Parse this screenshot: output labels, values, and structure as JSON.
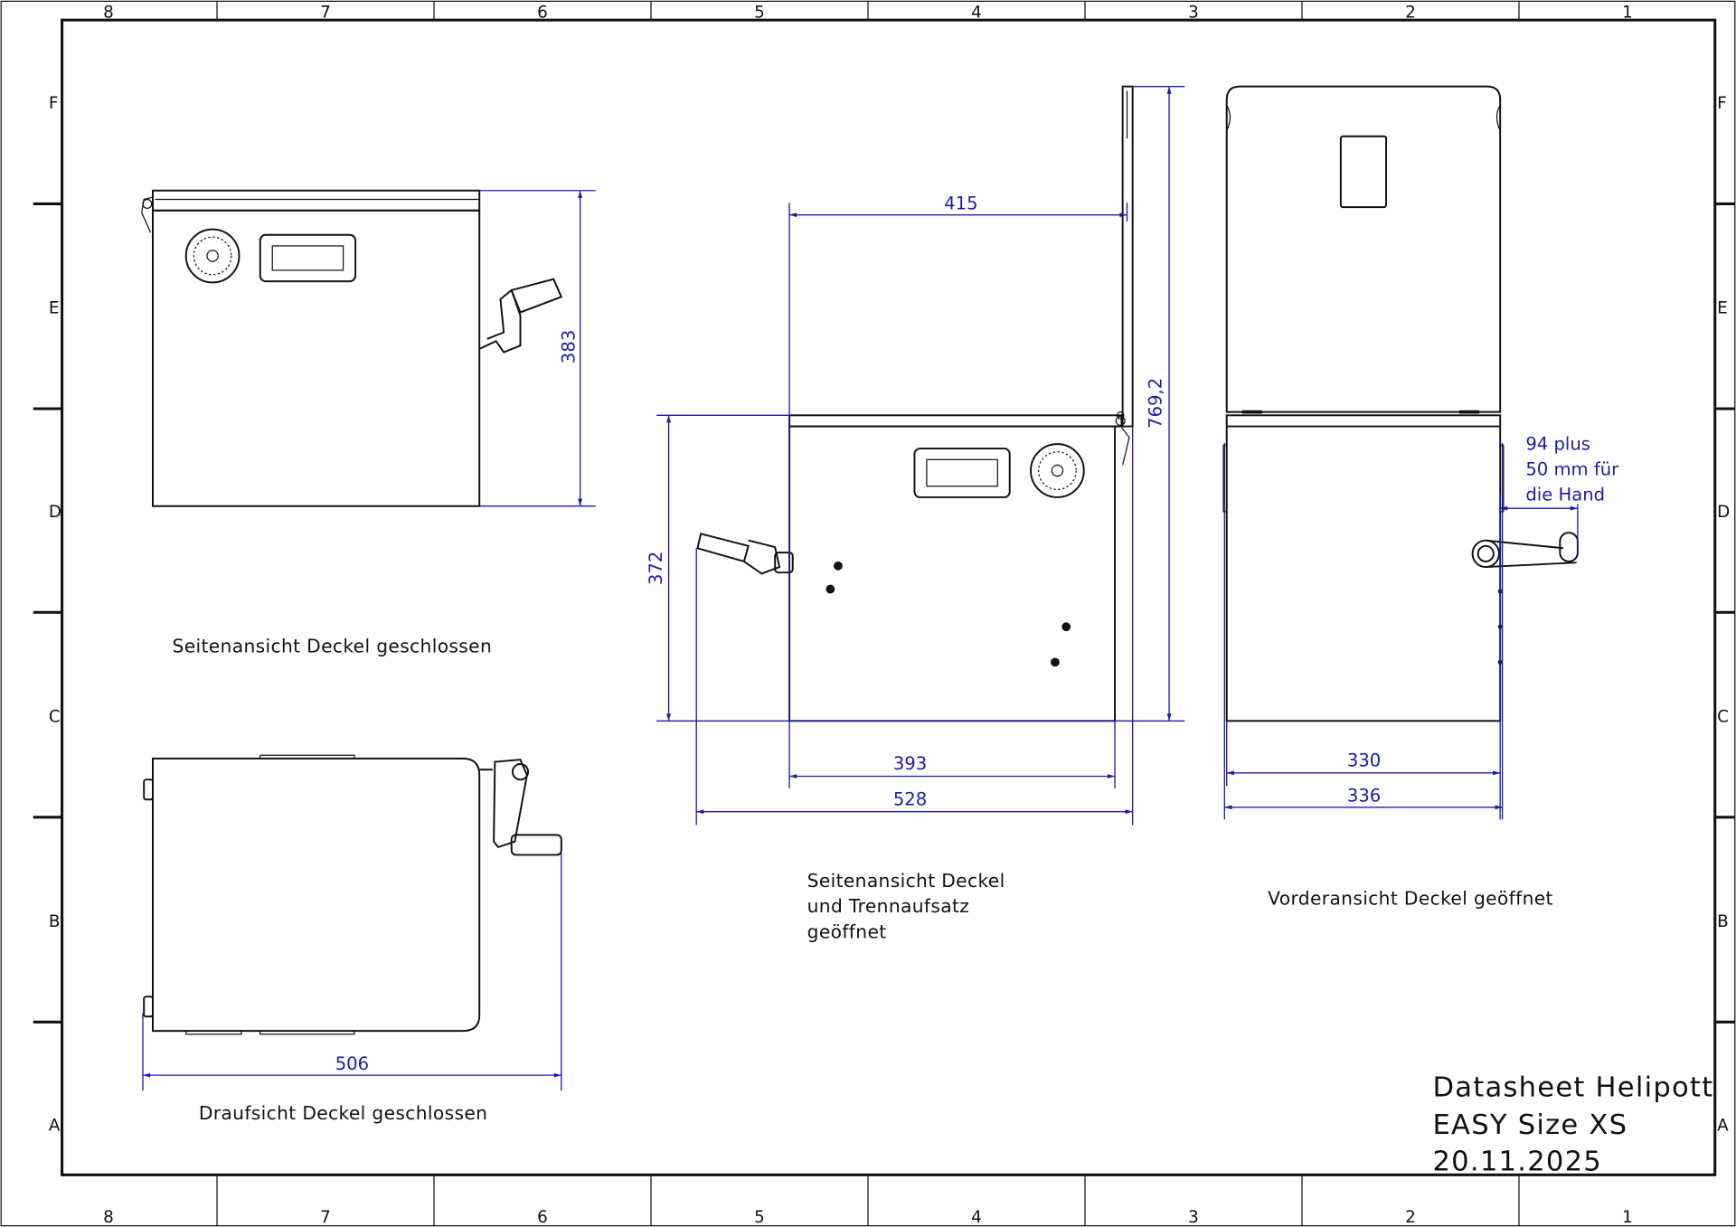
{
  "sheet": {
    "columns": [
      "8",
      "7",
      "6",
      "5",
      "4",
      "3",
      "2",
      "1"
    ],
    "rows": [
      "F",
      "E",
      "D",
      "C",
      "B",
      "A"
    ]
  },
  "views": {
    "side_closed": {
      "caption": "Seitenansicht Deckel geschlossen",
      "dim_height": "383"
    },
    "top_closed": {
      "caption": "Draufsicht Deckel geschlossen",
      "dim_width": "506"
    },
    "side_open": {
      "caption_lines": [
        "Seitenansicht Deckel",
        "und Trennaufsatz",
        "geöffnet"
      ],
      "dim_415": "415",
      "dim_372": "372",
      "dim_769": "769,2",
      "dim_393": "393",
      "dim_528": "528"
    },
    "front_open": {
      "caption": "Vorderansicht Deckel geöffnet",
      "dim_330": "330",
      "dim_336": "336",
      "note_lines": [
        "94 plus",
        "50 mm für",
        "die Hand"
      ]
    }
  },
  "title_block": {
    "lines": [
      "Datasheet Helipott",
      "EASY Size XS",
      "20.11.2025"
    ]
  },
  "colors": {
    "dimension": "#1c1ca8",
    "lines": "#111111"
  }
}
